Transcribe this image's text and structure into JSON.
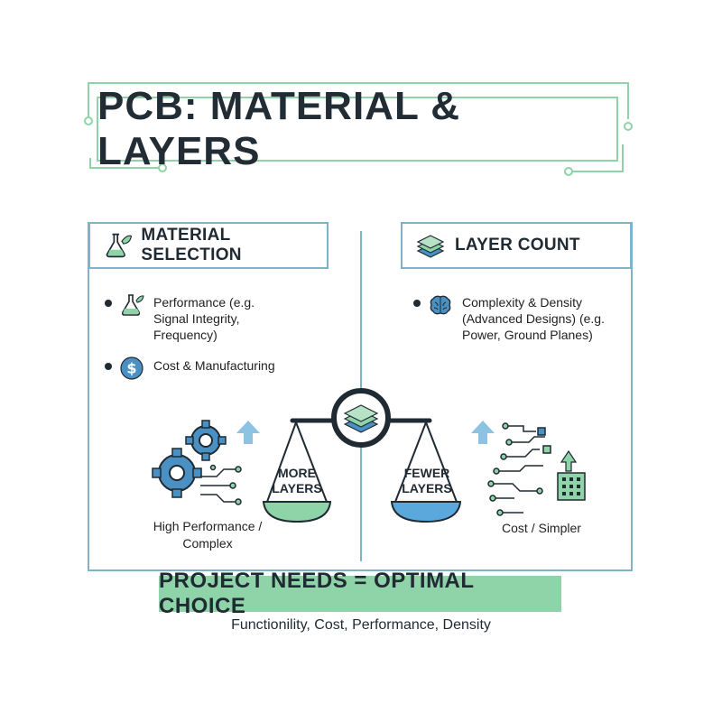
{
  "title": "PCB: MATERIAL & LAYERS",
  "material": {
    "header": "MATERIAL SELECTION",
    "header_icon": "flask-leaf-icon",
    "bullets": [
      {
        "icon": "flask-icon",
        "lines": [
          "Performance (e.g.",
          "Signal Integrity,",
          "Frequency)"
        ]
      },
      {
        "icon": "dollar-icon",
        "lines": [
          "Cost & Manufacturing"
        ]
      }
    ],
    "caption_lines": [
      "High Performance /",
      "Complex"
    ]
  },
  "layers": {
    "header": "LAYER COUNT",
    "header_icon": "layers-icon",
    "bullets": [
      {
        "icon": "brain-icon",
        "lines": [
          "Complexity & Density",
          "(Advanced Designs) (e.g.",
          "Power, Ground Planes)"
        ]
      }
    ],
    "caption": "Cost / Simpler"
  },
  "scale": {
    "left_pan_lines": [
      "MORE",
      "LAYERS"
    ],
    "right_pan_lines": [
      "FEWER",
      "LAYERS"
    ]
  },
  "banner": "PROJECT NEEDS = OPTIMAL CHOICE",
  "subtitle": "Functionility, Cost, Performance, Density",
  "colors": {
    "accent_green": "#8fd3a8",
    "frame_blue": "#7fb4c8",
    "dark": "#1f2a33",
    "icon_blue": "#4a90c2",
    "arrow_blue": "#8cc3e3"
  }
}
